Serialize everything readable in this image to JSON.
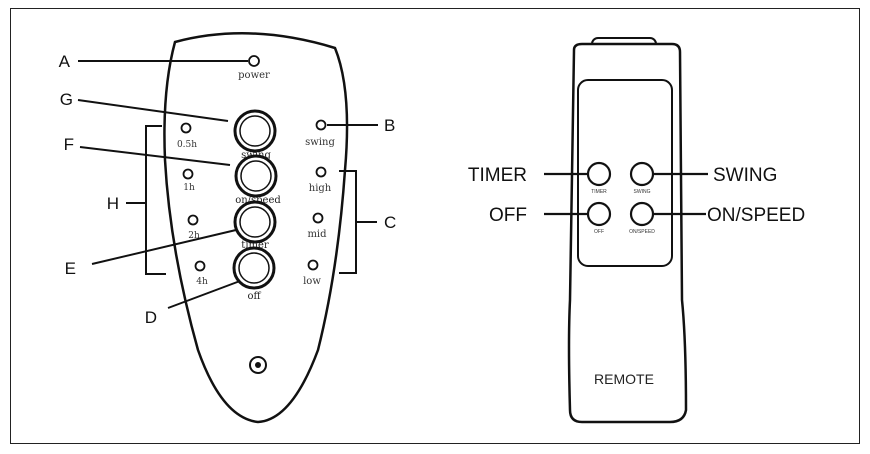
{
  "left_remote": {
    "callouts": {
      "a": "A",
      "b": "B",
      "c": "C",
      "d": "D",
      "e": "E",
      "f": "F",
      "g": "G",
      "h": "H"
    },
    "button_labels": {
      "power": "power",
      "swing": "swing",
      "speed": "on/speed",
      "timer": "timer",
      "off": "off"
    },
    "timer_leds": [
      "0.5h",
      "1h",
      "2h",
      "4h"
    ],
    "speed_leds": [
      "swing",
      "high",
      "mid",
      "low"
    ]
  },
  "right_remote": {
    "callouts": {
      "timer": "TIMER",
      "swing": "SWING",
      "off": "OFF",
      "on_speed": "ON/SPEED"
    },
    "button_small_labels": {
      "timer": "TIMER",
      "swing": "SWING",
      "off": "OFF",
      "on_speed": "ON/SPEED"
    },
    "brand_label": "REMOTE"
  }
}
